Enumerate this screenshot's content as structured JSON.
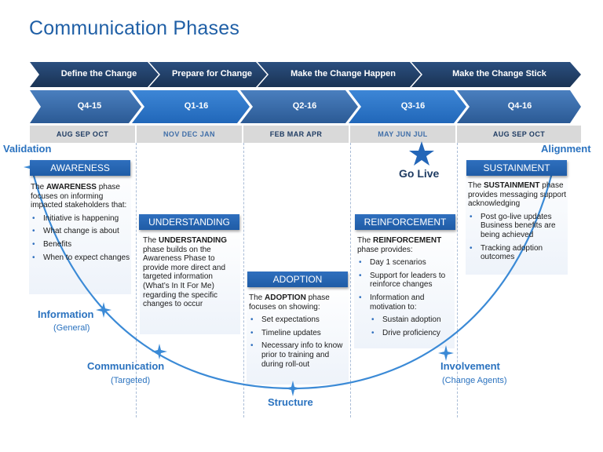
{
  "title": "Communication Phases",
  "phases": [
    "Define the Change",
    "Prepare for Change",
    "Make the Change Happen",
    "Make the Change Stick"
  ],
  "quarters": [
    "Q4-15",
    "Q1-16",
    "Q2-16",
    "Q3-16",
    "Q4-16"
  ],
  "months": [
    "AUG   SEP   OCT",
    "NOV   DEC   JAN",
    "FEB   MAR   APR",
    "MAY   JUN   JUL",
    "AUG   SEP   OCT"
  ],
  "go_live": "Go Live",
  "awareness": {
    "heading": "AWARENESS",
    "intro_pre": "The ",
    "intro_bold": "AWARENESS",
    "intro_post": " phase focuses on informing impacted stakeholders that:",
    "bullets": [
      "Initiative is happening",
      "What change is about",
      "Benefits",
      "When to expect changes"
    ]
  },
  "understanding": {
    "heading": "UNDERSTANDING",
    "intro_pre": "The ",
    "intro_bold": "UNDERSTANDING",
    "intro_post": " phase builds on the Awareness Phase to provide more direct and targeted information (What’s In It For Me) regarding the specific changes to occur"
  },
  "adoption": {
    "heading": "ADOPTION",
    "intro_pre": "The ",
    "intro_bold": "ADOPTION",
    "intro_post": " phase focuses on showing:",
    "bullets": [
      "Set expectations",
      "Timeline updates",
      "Necessary info to know prior to training and during roll-out"
    ]
  },
  "reinforcement": {
    "heading": "REINFORCEMENT",
    "intro_pre": "The ",
    "intro_bold": "REINFORCEMENT",
    "intro_post": " phase  provides:",
    "bullets": [
      "Day 1 scenarios",
      "Support for leaders to reinforce changes",
      "Information and motivation to:"
    ],
    "sub_bullets": [
      "Sustain adoption",
      "Drive proficiency"
    ]
  },
  "sustainment": {
    "heading": "SUSTAINMENT",
    "intro_pre": "The ",
    "intro_bold": "SUSTAINMENT",
    "intro_post": " phase provides messaging support acknowledging",
    "bullets": [
      "Post go-live updates Business benefits are being achieved",
      "Tracking adoption outcomes"
    ]
  },
  "curve": {
    "validation": "Validation",
    "information": "Information",
    "information_sub": "(General)",
    "communication": "Communication",
    "communication_sub": "(Targeted)",
    "structure": "Structure",
    "involvement": "Involvement",
    "involvement_sub": "(Change Agents)",
    "alignment": "Alignment"
  },
  "colors": {
    "dark_navy": "#1f3c63",
    "mid_blue": "#2f6fbe",
    "accent_blue": "#2a72bf",
    "month_bg": "#d9d9d9",
    "month_text": "#1f3c63",
    "month_text_alt": "#3f6ea8"
  }
}
